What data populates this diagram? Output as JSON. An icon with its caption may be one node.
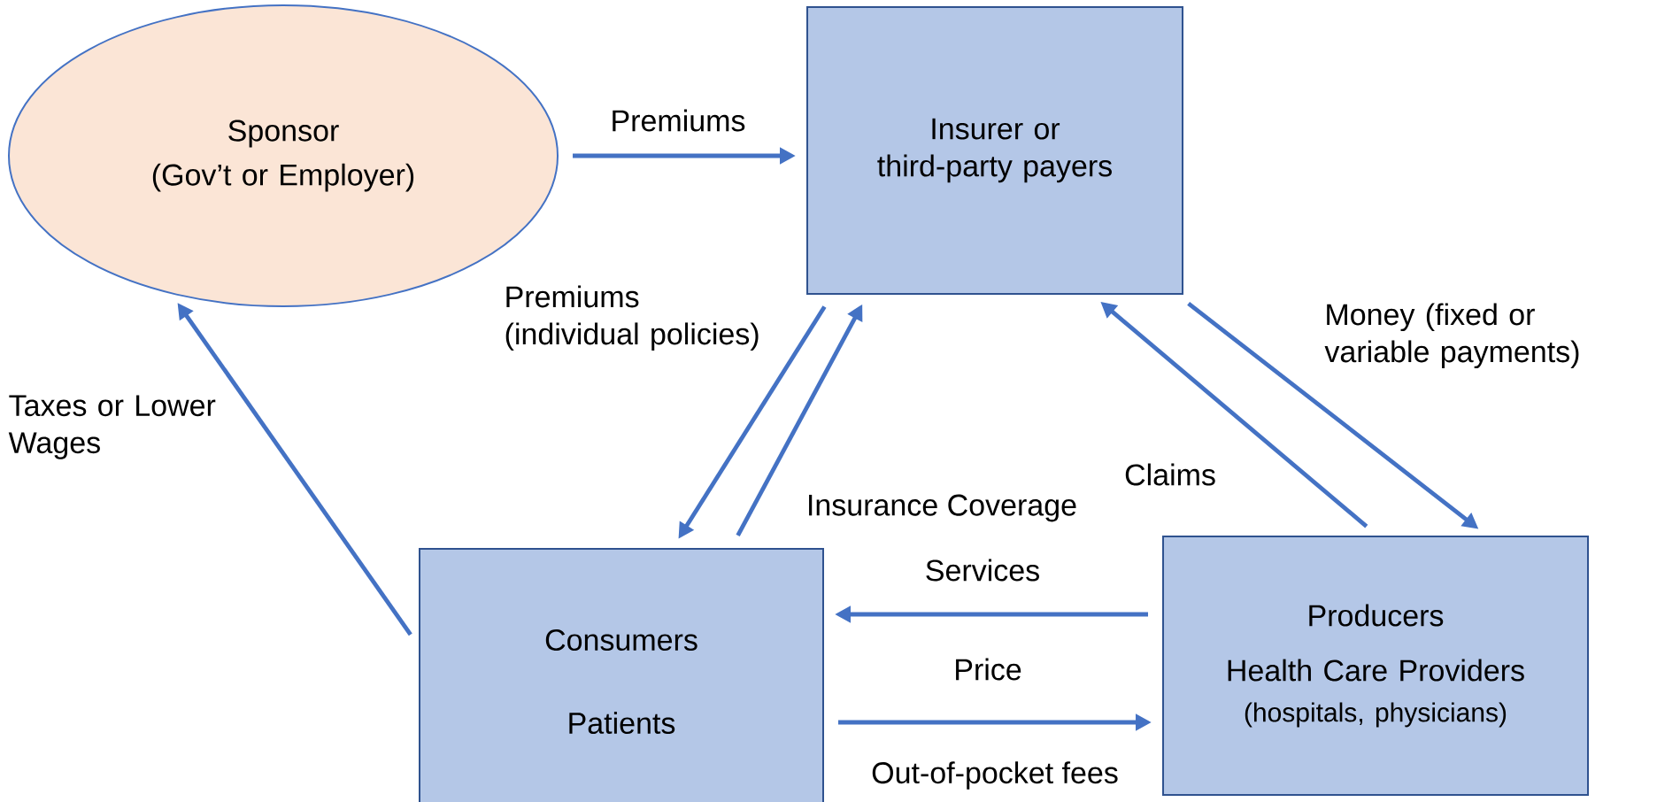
{
  "diagram": {
    "nodes": [
      {
        "text": [
          "Sponsor",
          "(Gov’t or Employer)"
        ]
      },
      {
        "text": [
          "Insurer or third-party payers"
        ]
      },
      {
        "text": [
          "Consumers",
          "Patients"
        ]
      },
      {
        "text": [
          "Producers",
          "Health Care Providers",
          "(hospitals, physicians)"
        ]
      }
    ],
    "edges": [
      {
        "from": 0,
        "to": 1,
        "arrow": "to",
        "label": "Premiums"
      },
      {
        "from": 2,
        "to": 1,
        "arrow": "to",
        "label": "Insurance Coverage"
      },
      {
        "from": 1,
        "to": 2,
        "arrow": "to",
        "label": "Premiums (individual policies)"
      },
      {
        "from": 3,
        "to": 1,
        "arrow": "to",
        "label": "Claims"
      },
      {
        "from": 1,
        "to": 3,
        "arrow": "to",
        "label": "Money (fixed or variable payments)"
      },
      {
        "from": 3,
        "to": 2,
        "arrow": "to",
        "label": "Services"
      },
      {
        "from": 2,
        "to": 3,
        "arrow": "to",
        "label": "Price"
      },
      {
        "from": 2,
        "to": 0,
        "arrow": "to",
        "label": "Taxes or Lower Wages"
      }
    ],
    "labels": [
      "Out-of-pocket fees"
    ]
  }
}
